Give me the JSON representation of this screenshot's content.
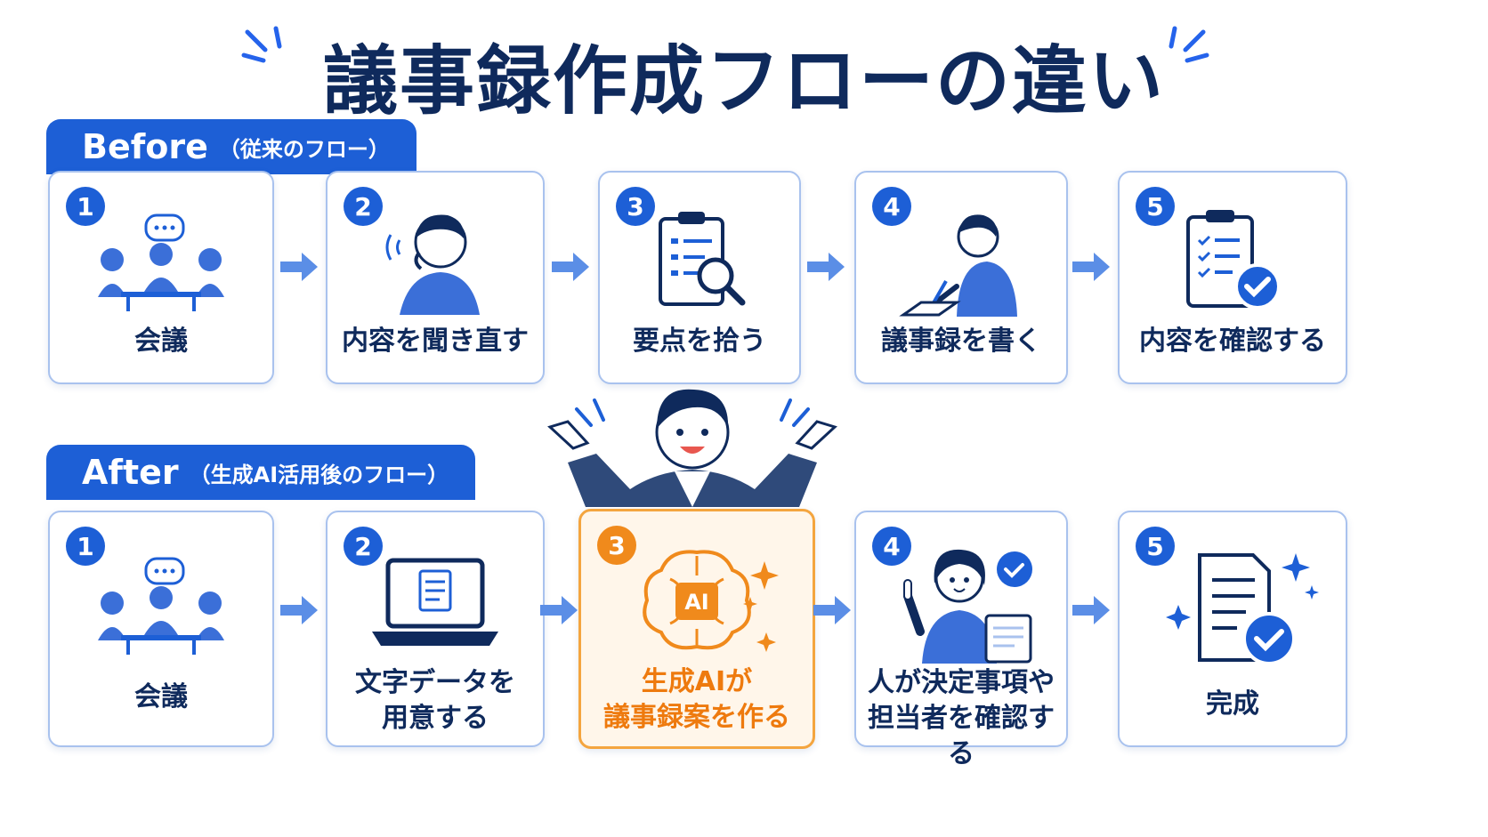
{
  "title": "議事録作成フローの違い",
  "colors": {
    "primary": "#1d5fd6",
    "navy": "#0f2a5c",
    "accent": "#f08a1c",
    "card_border": "#a9c2ee",
    "arrow": "#5b8ee6"
  },
  "before": {
    "tab_label": "Before",
    "tab_sub": "（従来のフロー）",
    "steps": [
      {
        "num": "1",
        "label": "会議",
        "icon": "meeting-icon"
      },
      {
        "num": "2",
        "label": "内容を聞き直す",
        "icon": "listening-person-icon"
      },
      {
        "num": "3",
        "label": "要点を拾う",
        "icon": "clipboard-search-icon"
      },
      {
        "num": "4",
        "label": "議事録を書く",
        "icon": "writing-person-icon"
      },
      {
        "num": "5",
        "label": "内容を確認する",
        "icon": "checklist-check-icon"
      }
    ]
  },
  "after": {
    "tab_label": "After",
    "tab_sub": "（生成AI活用後のフロー）",
    "steps": [
      {
        "num": "1",
        "label": "会議",
        "icon": "meeting-icon"
      },
      {
        "num": "2",
        "label_line1": "文字データを",
        "label_line2": "用意する",
        "icon": "laptop-document-icon"
      },
      {
        "num": "3",
        "label_line1": "生成AIが",
        "label_line2": "議事録案を作る",
        "icon": "ai-brain-icon",
        "ai_badge": "AI"
      },
      {
        "num": "4",
        "label_line1": "人が決定事項や",
        "label_line2": "担当者を確認する",
        "icon": "reviewer-woman-icon"
      },
      {
        "num": "5",
        "label": "完成",
        "icon": "document-complete-icon"
      }
    ]
  }
}
